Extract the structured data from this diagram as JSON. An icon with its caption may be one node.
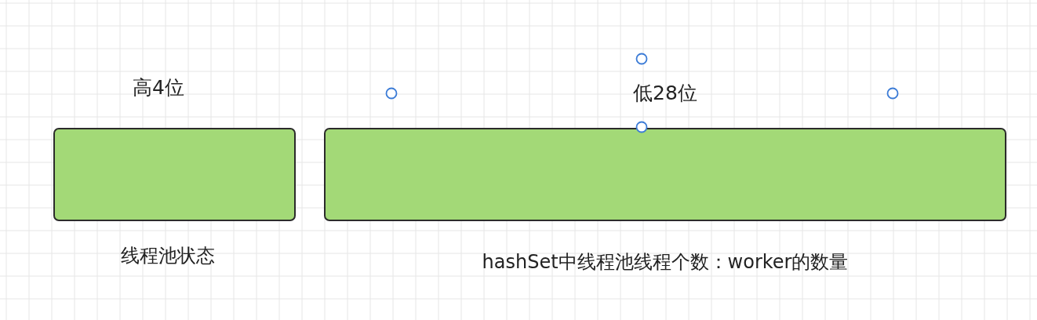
{
  "diagram": {
    "nodes": [
      {
        "text": [
          "高4位"
        ],
        "beside": [
          "线程池状态"
        ]
      },
      {
        "text": [
          "低28位"
        ],
        "beside": [
          "hashSet中线程池线程个数：worker的数量"
        ]
      }
    ]
  }
}
